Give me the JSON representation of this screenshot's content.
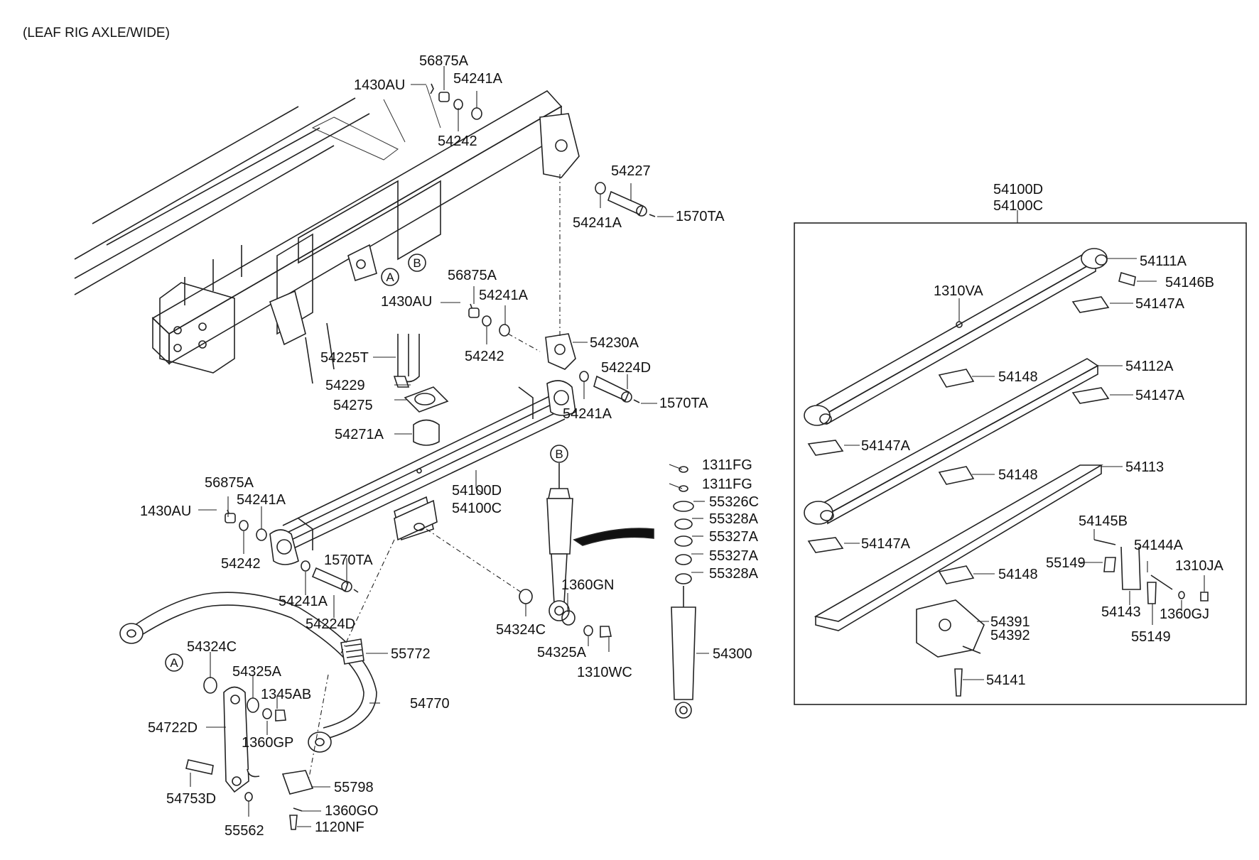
{
  "title": "(LEAF RIG AXLE/WIDE)",
  "callouts": {
    "ref_a": "A",
    "ref_b": "B"
  },
  "assembly": {
    "label_line1": "54100D",
    "label_line2": "54100C"
  },
  "labels": {
    "l_56875A_1": "56875A",
    "l_1430AU_1": "1430AU",
    "l_54241A_1": "54241A",
    "l_54242_1": "54242",
    "l_54227": "54227",
    "l_54241A_2": "54241A",
    "l_1570TA_1": "1570TA",
    "l_56875A_2": "56875A",
    "l_1430AU_2": "1430AU",
    "l_54241A_3": "54241A",
    "l_54242_2": "54242",
    "l_54230A": "54230A",
    "l_54224D_1": "54224D",
    "l_54225T": "54225T",
    "l_54229": "54229",
    "l_54275": "54275",
    "l_54241A_4": "54241A",
    "l_1570TA_2": "1570TA",
    "l_54271A": "54271A",
    "l_54100D": "54100D",
    "l_54100C": "54100C",
    "l_56875A_3": "56875A",
    "l_54241A_5": "54241A",
    "l_1430AU_3": "1430AU",
    "l_54242_3": "54242",
    "l_1570TA_3": "1570TA",
    "l_54241A_6": "54241A",
    "l_54224D_2": "54224D",
    "l_1311FG_1": "1311FG",
    "l_1311FG_2": "1311FG",
    "l_55326C": "55326C",
    "l_55328A_1": "55328A",
    "l_55327A_1": "55327A",
    "l_55327A_2": "55327A",
    "l_55328A_2": "55328A",
    "l_1360GN": "1360GN",
    "l_54324C_1": "54324C",
    "l_54325A_1": "54325A",
    "l_1310WC": "1310WC",
    "l_55772": "55772",
    "l_54300": "54300",
    "l_54324C_2": "54324C",
    "l_54325A_2": "54325A",
    "l_1345AB": "1345AB",
    "l_54722D": "54722D",
    "l_1360GP": "1360GP",
    "l_54770": "54770",
    "l_55798": "55798",
    "l_54753D": "54753D",
    "l_1360GO": "1360GO",
    "l_55562": "55562",
    "l_1120NF": "1120NF",
    "l_54111A": "54111A",
    "l_54146B": "54146B",
    "l_1310VA": "1310VA",
    "l_54147A_1": "54147A",
    "l_54148_1": "54148",
    "l_54112A": "54112A",
    "l_54147A_2": "54147A",
    "l_54147A_3": "54147A",
    "l_54148_2": "54148",
    "l_54113": "54113",
    "l_54145B": "54145B",
    "l_54147A_4": "54147A",
    "l_54144A": "54144A",
    "l_55149_1": "55149",
    "l_1310JA": "1310JA",
    "l_54148_3": "54148",
    "l_54143": "54143",
    "l_1360GJ": "1360GJ",
    "l_55149_2": "55149",
    "l_54391": "54391",
    "l_54392": "54392",
    "l_54141": "54141"
  }
}
